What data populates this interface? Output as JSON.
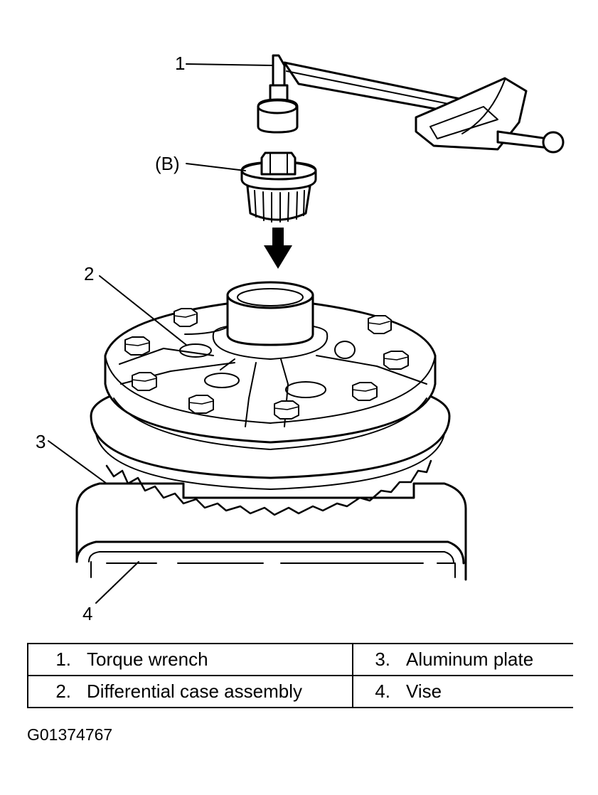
{
  "callouts": {
    "c1": "1",
    "cB": "(B)",
    "c2": "2",
    "c3": "3",
    "c4": "4"
  },
  "legend": [
    [
      {
        "num": "1.",
        "label": "Torque wrench"
      },
      {
        "num": "3.",
        "label": "Aluminum plate"
      }
    ],
    [
      {
        "num": "2.",
        "label": "Differential case assembly"
      },
      {
        "num": "4.",
        "label": "Vise"
      }
    ]
  ],
  "figure_code": "G01374767"
}
